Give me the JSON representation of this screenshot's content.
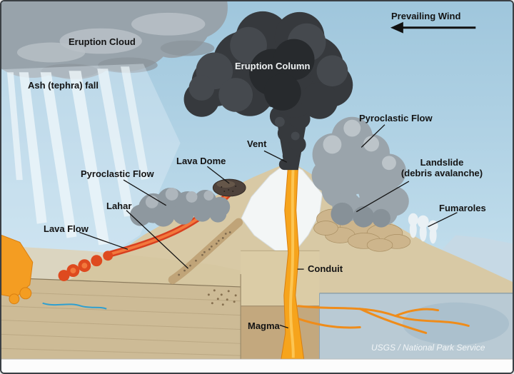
{
  "diagram": {
    "labels": {
      "prevailing_wind": "Prevailing Wind",
      "eruption_cloud": "Eruption Cloud",
      "ash_fall": "Ash (tephra) fall",
      "eruption_column": "Eruption Column",
      "vent": "Vent",
      "lava_dome": "Lava Dome",
      "pyroclastic_flow_left": "Pyroclastic Flow",
      "pyroclastic_flow_right": "Pyroclastic Flow",
      "lahar": "Lahar",
      "lava_flow": "Lava Flow",
      "landslide_line1": "Landslide",
      "landslide_line2": "(debris avalanche)",
      "fumaroles": "Fumaroles",
      "conduit": "Conduit",
      "magma": "Magma"
    },
    "credit": "USGS / National Park Service",
    "colors": {
      "sky_top": "#9fc6dc",
      "sky_bottom": "#d3e7f1",
      "eruption_cloud_gray": "#98a3ab",
      "eruption_column_dark": "#36393d",
      "ash_pale": "#e8f3f9",
      "volcano_tan": "#d8c9a5",
      "snow_white": "#f3f6f6",
      "cut_face_tan": "#cdbb96",
      "magma_zone_tan": "#c3a87e",
      "rock_blue_gray": "#b9cad4",
      "conduit_orange": "#f6a41c",
      "lava_red": "#d8401f",
      "lahar_brown": "#c0a478",
      "label_black": "#141414"
    }
  }
}
